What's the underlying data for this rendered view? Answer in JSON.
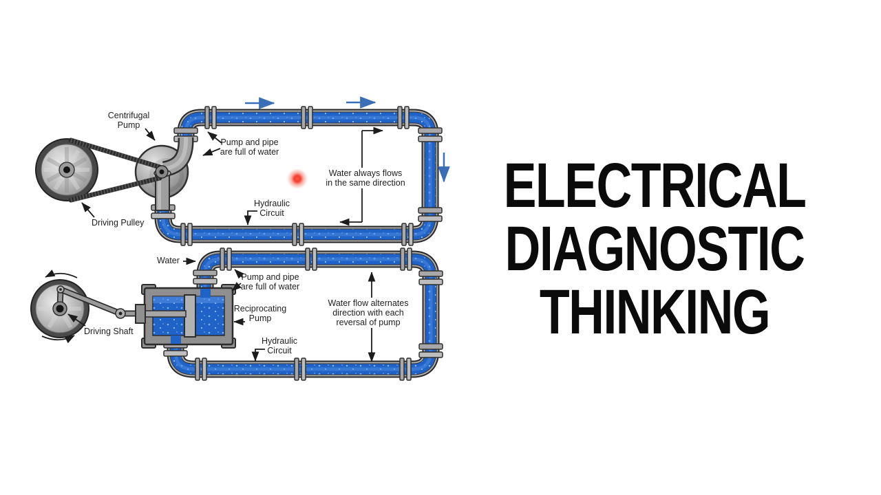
{
  "window": {
    "background": "#ffffff"
  },
  "title": {
    "text": "ELECTRICAL\nDIAGNOSTIC\nTHINKING",
    "color": "#0b0b0b"
  },
  "diagram": {
    "top_circuit": {
      "pump_label": "Centrifugal\nPump",
      "pulley_label": "Driving Pulley",
      "full_label": "Pump and pipe\nare full of water",
      "flow_label": "Water always flows\nin the same direction",
      "circuit_label": "Hydraulic\nCircuit"
    },
    "bottom_circuit": {
      "water_label": "Water",
      "full_label": "Pump and pipe\nare full of water",
      "pump_label": "Reciprocating\nPump",
      "flow_label": "Water flow alternates\ndirection with each\nreversal of pump",
      "circuit_label": "Hydraulic\nCircuit",
      "shaft_label": "Driving Shaft"
    },
    "colors": {
      "water_blue": "#2063c8",
      "pipe_metal": "#adadad",
      "outline": "#2a2a2a",
      "flow_arrow_blue": "#3a6fb8",
      "laser_red": "#ef1f0c"
    }
  }
}
